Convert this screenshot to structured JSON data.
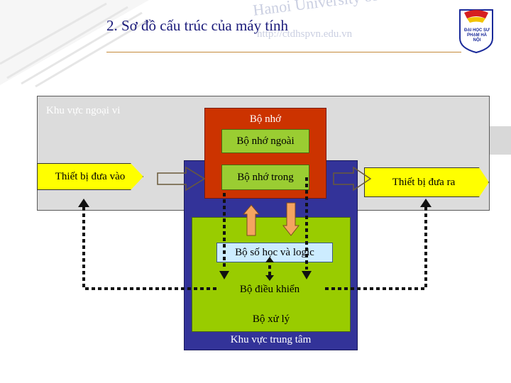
{
  "slide": {
    "title": "2. Sơ đồ cấu trúc của máy tính",
    "watermark": "Hanoi University of Education",
    "watermark_url": "http://ctdhspvn.edu.vn",
    "logo_text": "ĐẠI HỌC SƯ PHẠM HÀ NỘI"
  },
  "diagram": {
    "outer_zone": "Khu vực ngoại vi",
    "central_zone": "Khu vực trung tâm",
    "memory": "Bộ nhớ",
    "external_memory": "Bộ nhớ ngoài",
    "internal_memory": "Bộ nhớ trong",
    "alu": "Bộ số học và logic",
    "control_unit": "Bộ điều khiển",
    "processor": "Bộ xử lý",
    "input_device": "Thiết bị đưa vào",
    "output_device": "Thiết bị đưa ra"
  },
  "colors": {
    "title": "#1a1a7a",
    "outer_zone": "#dcdcdc",
    "central_zone": "#333399",
    "memory": "#cc3300",
    "memory_units": "#9acd32",
    "processor": "#99cc00",
    "alu": "#ccecff",
    "devices": "#ffff00",
    "arrows": "#f4a460"
  }
}
